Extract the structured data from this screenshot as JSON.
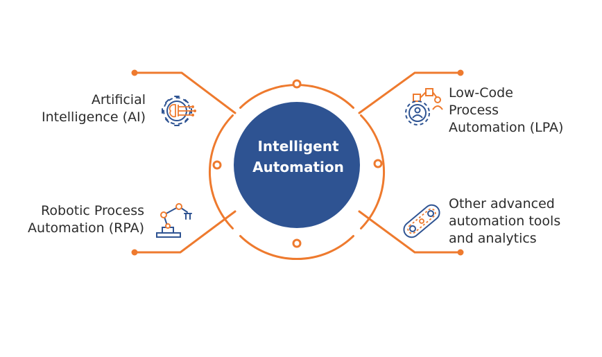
{
  "center": {
    "line1": "Intelligent",
    "line2": "Automation"
  },
  "nodes": {
    "ai": {
      "lines": [
        "Artificial",
        "Intelligence (AI)"
      ],
      "icon": "ai-brain-gear-icon"
    },
    "lpa": {
      "lines": [
        "Low-Code",
        "Process",
        "Automation (LPA)"
      ],
      "icon": "workflow-gear-icon"
    },
    "rpa": {
      "lines": [
        "Robotic Process",
        "Automation (RPA)"
      ],
      "icon": "robotic-arm-icon"
    },
    "other": {
      "lines": [
        "Other advanced",
        "automation tools",
        "and analytics"
      ],
      "icon": "conveyor-belt-icon"
    }
  },
  "colors": {
    "accent": "#ee7a2e",
    "circle": "#2e5392",
    "icon_blue": "#2e5392",
    "text": "#2b2b2b"
  }
}
